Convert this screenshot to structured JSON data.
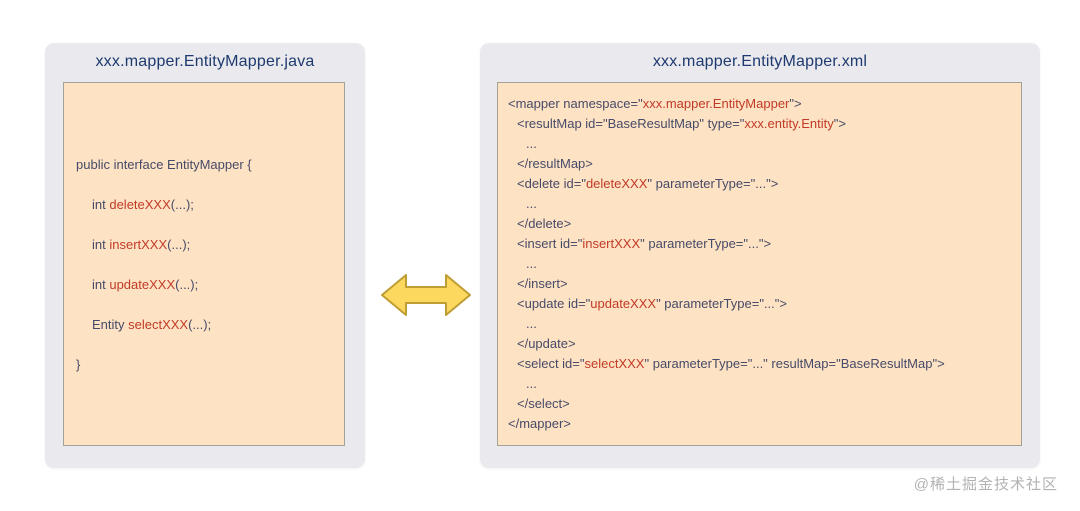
{
  "colors": {
    "panel_bg": "#e9e9ee",
    "code_box_bg": "#fde3c3",
    "code_box_border": "#a6a198",
    "title": "#1e3a6e",
    "code_default": "#474a68",
    "code_red": "#c23a28",
    "arrow_fill": "#fcd85f",
    "arrow_stroke": "#bf9d35",
    "watermark": "#b3b3b3"
  },
  "watermark": "@稀土掘金技术社区",
  "left_panel": {
    "title": "xxx.mapper.EntityMapper.java",
    "indent_unit": 16,
    "code": [
      {
        "indent": 0,
        "segments": [
          {
            "text": "public interface EntityMapper {",
            "style": "default"
          }
        ]
      },
      {
        "indent": 1,
        "segments": [
          {
            "text": "int ",
            "style": "default"
          },
          {
            "text": "deleteXXX",
            "style": "red"
          },
          {
            "text": "(...);",
            "style": "default"
          }
        ]
      },
      {
        "indent": 1,
        "segments": [
          {
            "text": "int ",
            "style": "default"
          },
          {
            "text": "insertXXX",
            "style": "red"
          },
          {
            "text": "(...);",
            "style": "default"
          }
        ]
      },
      {
        "indent": 1,
        "segments": [
          {
            "text": "int ",
            "style": "default"
          },
          {
            "text": "updateXXX",
            "style": "red"
          },
          {
            "text": "(...);",
            "style": "default"
          }
        ]
      },
      {
        "indent": 1,
        "segments": [
          {
            "text": "Entity ",
            "style": "default"
          },
          {
            "text": "selectXXX",
            "style": "red"
          },
          {
            "text": "(...);",
            "style": "default"
          }
        ]
      },
      {
        "indent": 0,
        "segments": [
          {
            "text": "}",
            "style": "default"
          }
        ]
      }
    ]
  },
  "right_panel": {
    "title": "xxx.mapper.EntityMapper.xml",
    "indent_unit": 9,
    "code": [
      {
        "indent": 0,
        "segments": [
          {
            "text": "<mapper namespace=\"",
            "style": "default"
          },
          {
            "text": "xxx.mapper.EntityMapper",
            "style": "red"
          },
          {
            "text": "\">",
            "style": "default"
          }
        ]
      },
      {
        "indent": 1,
        "segments": [
          {
            "text": "<resultMap id=\"BaseResultMap\" type=\"",
            "style": "default"
          },
          {
            "text": "xxx.entity.Entity",
            "style": "red"
          },
          {
            "text": "\">",
            "style": "default"
          }
        ]
      },
      {
        "indent": 2,
        "segments": [
          {
            "text": "...",
            "style": "default"
          }
        ]
      },
      {
        "indent": 1,
        "segments": [
          {
            "text": "</resultMap>",
            "style": "default"
          }
        ]
      },
      {
        "indent": 1,
        "segments": [
          {
            "text": "<delete id=\"",
            "style": "default"
          },
          {
            "text": "deleteXXX",
            "style": "red"
          },
          {
            "text": "\" parameterType=\"...\">",
            "style": "default"
          }
        ]
      },
      {
        "indent": 2,
        "segments": [
          {
            "text": "...",
            "style": "default"
          }
        ]
      },
      {
        "indent": 1,
        "segments": [
          {
            "text": "</delete>",
            "style": "default"
          }
        ]
      },
      {
        "indent": 1,
        "segments": [
          {
            "text": "<insert id=\"",
            "style": "default"
          },
          {
            "text": "insertXXX",
            "style": "red"
          },
          {
            "text": "\" parameterType=\"...\">",
            "style": "default"
          }
        ]
      },
      {
        "indent": 2,
        "segments": [
          {
            "text": "...",
            "style": "default"
          }
        ]
      },
      {
        "indent": 1,
        "segments": [
          {
            "text": "</insert>",
            "style": "default"
          }
        ]
      },
      {
        "indent": 1,
        "segments": [
          {
            "text": "<update id=\"",
            "style": "default"
          },
          {
            "text": "updateXXX",
            "style": "red"
          },
          {
            "text": "\" parameterType=\"...\">",
            "style": "default"
          }
        ]
      },
      {
        "indent": 2,
        "segments": [
          {
            "text": "...",
            "style": "default"
          }
        ]
      },
      {
        "indent": 1,
        "segments": [
          {
            "text": "</update>",
            "style": "default"
          }
        ]
      },
      {
        "indent": 1,
        "segments": [
          {
            "text": "<select id=\"",
            "style": "default"
          },
          {
            "text": "selectXXX",
            "style": "red"
          },
          {
            "text": "\" parameterType=\"...\" resultMap=\"BaseResultMap\">",
            "style": "default"
          }
        ]
      },
      {
        "indent": 2,
        "segments": [
          {
            "text": "...",
            "style": "default"
          }
        ]
      },
      {
        "indent": 1,
        "segments": [
          {
            "text": "</select>",
            "style": "default"
          }
        ]
      },
      {
        "indent": 0,
        "segments": [
          {
            "text": "</mapper>",
            "style": "default"
          }
        ]
      }
    ]
  }
}
